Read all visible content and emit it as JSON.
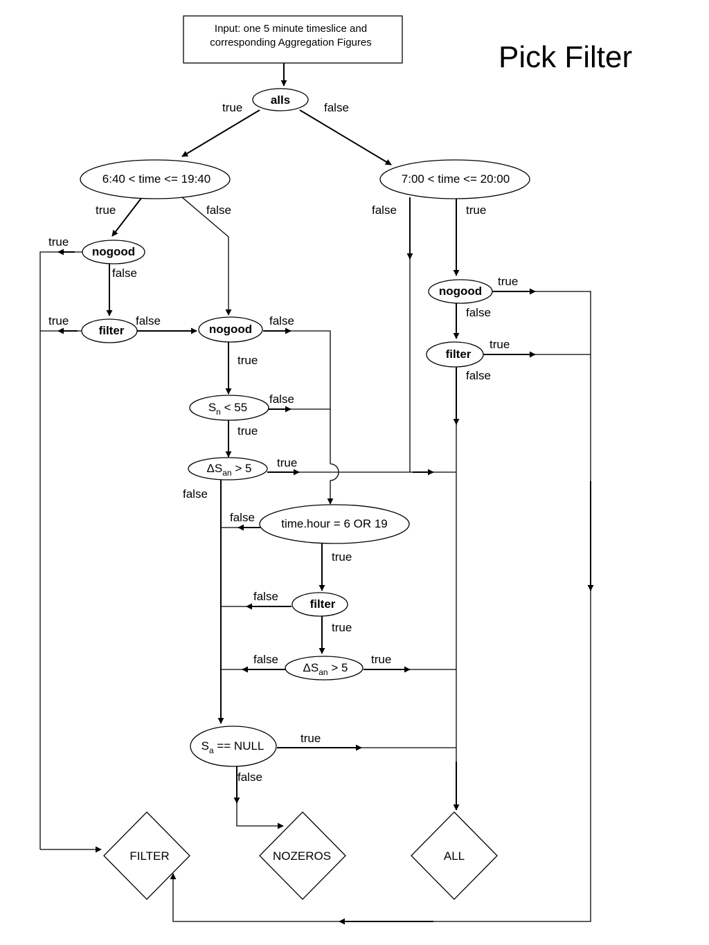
{
  "title": "Pick Filter",
  "input": {
    "line1": "Input: one 5 minute timeslice and",
    "line2": "corresponding Aggregation Figures"
  },
  "nodes": {
    "alls": "alls",
    "time_left": "6:40 < time <= 19:40",
    "time_right": "7:00 < time <= 20:00",
    "nogood_left": "nogood",
    "filter_left": "filter",
    "nogood_center": "nogood",
    "nogood_right": "nogood",
    "filter_right": "filter",
    "sn_lt": {
      "base": "S",
      "sub": "n",
      "rest": " < 55"
    },
    "dsan_upper": {
      "base": "ΔS",
      "sub": "an",
      "rest": " > 5"
    },
    "time_hour": "time.hour = 6 OR 19",
    "filter_lower": "filter",
    "dsan_lower": {
      "base": "ΔS",
      "sub": "an",
      "rest": " > 5"
    },
    "sa_null": {
      "base": "S",
      "sub": "a",
      "rest": " == NULL"
    }
  },
  "outcomes": {
    "filter": "FILTER",
    "nozeros": "NOZEROS",
    "all": "ALL"
  },
  "edge_labels": {
    "alls_true": "true",
    "alls_false": "false",
    "tl_true": "true",
    "tl_false": "false",
    "tr_false": "false",
    "tr_true": "true",
    "ngl_true": "true",
    "ngl_false": "false",
    "fl_true": "true",
    "fl_false": "false",
    "ngc_false": "false",
    "ngc_true": "true",
    "ngr_true": "true",
    "ngr_false": "false",
    "fr_true": "true",
    "fr_false": "false",
    "sn_false": "false",
    "sn_true": "true",
    "dsu_true": "true",
    "dsu_false": "false",
    "th_false": "false",
    "th_true": "true",
    "flow_false": "false",
    "flow_true": "true",
    "dsl_false": "false",
    "dsl_true": "true",
    "sa_true": "true",
    "sa_false": "false"
  }
}
